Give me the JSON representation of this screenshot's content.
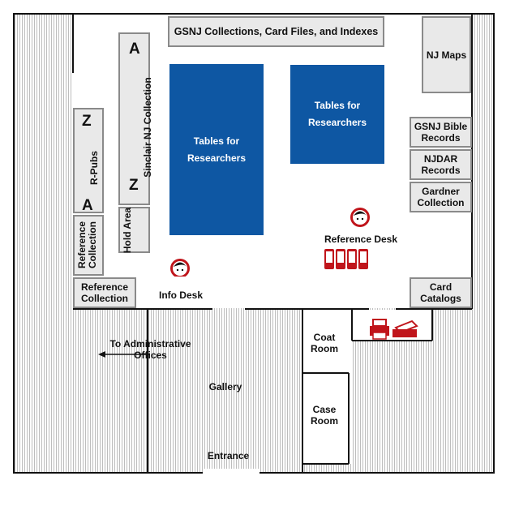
{
  "colors": {
    "wall": "#111111",
    "floor_hatch": "#bdbdbd",
    "shelf_fill": "#e9e9e9",
    "shelf_border": "#8a8a8a",
    "tables": "#0e57a3",
    "staff_icon": "#c0151b"
  },
  "rooms": {
    "gsnj_collections": "GSNJ Collections, Card Files, and Indexes",
    "nj_maps": "NJ Maps",
    "gsnj_bible_records": "GSNJ Bible Records",
    "njdar_records": "NJDAR Records",
    "gardner_collection": "Gardner Collection",
    "card_catalogs": "Card Catalogs",
    "tables_left": "Tables for Researchers",
    "tables_right": "Tables for Researchers",
    "sinclair_collection": "Sinclair NJ Collection",
    "sinclair_top_letter": "A",
    "sinclair_bottom_letter": "Z",
    "rpubs": "R-Pubs",
    "rpubs_top_letter": "Z",
    "rpubs_bottom_letter": "A",
    "hold_area": "Hold Area",
    "reference_collection_vertical": "Reference Collection",
    "reference_collection_bottom": "Reference Collection",
    "info_desk": "Info Desk",
    "reference_desk": "Reference Desk",
    "to_admin_offices": "To Administrative Offices",
    "gallery": "Gallery",
    "entrance": "Entrance",
    "coat_room": "Coat Room",
    "case_room": "Case Room"
  },
  "icons": [
    "staff-person-icon",
    "computer-terminal-icon",
    "printer-icon",
    "scanner-icon",
    "arrow-icon"
  ]
}
